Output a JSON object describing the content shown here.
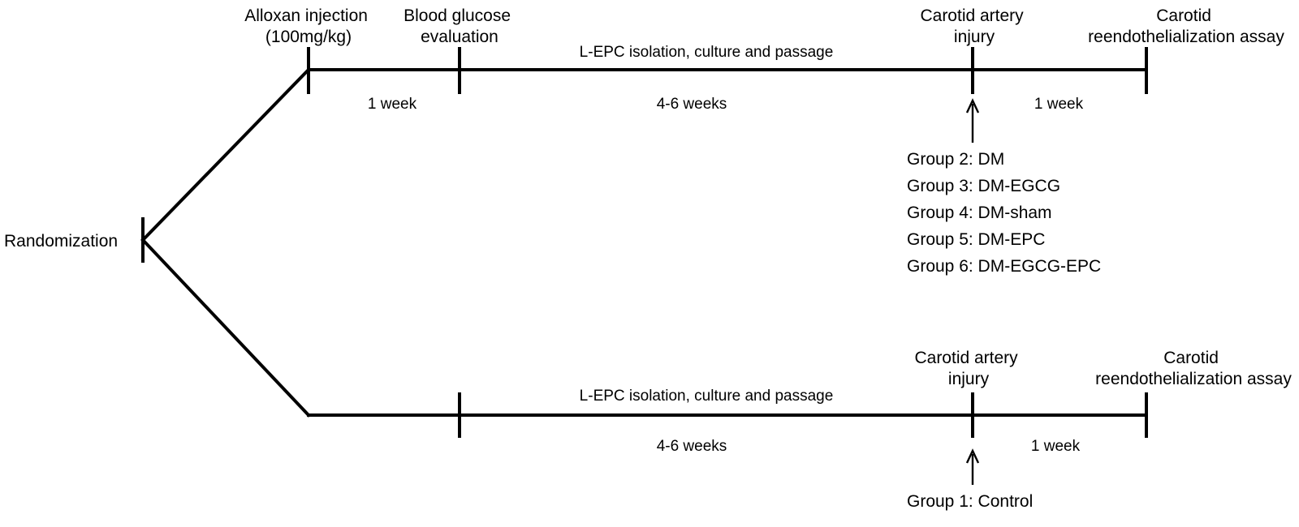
{
  "randomization_label": "Randomization",
  "top_branch": {
    "events": [
      {
        "key": "alloxan",
        "lines": [
          "Alloxan injection",
          "(100mg/kg)"
        ]
      },
      {
        "key": "glucose",
        "lines": [
          "Blood glucose",
          "evaluation"
        ]
      },
      {
        "key": "injury",
        "lines": [
          "Carotid artery",
          "injury"
        ]
      },
      {
        "key": "assay",
        "lines": [
          "Carotid",
          "reendothelialization assay"
        ]
      }
    ],
    "process_label": "L-EPC isolation, culture and passage",
    "durations": [
      "1 week",
      "4-6 weeks",
      "1 week"
    ],
    "groups": [
      "Group 2: DM",
      "Group 3: DM-EGCG",
      "Group 4: DM-sham",
      "Group 5: DM-EPC",
      "Group 6: DM-EGCG-EPC"
    ]
  },
  "bottom_branch": {
    "events": [
      {
        "key": "injury",
        "lines": [
          "Carotid artery",
          "injury"
        ]
      },
      {
        "key": "assay",
        "lines": [
          "Carotid",
          "reendothelialization assay"
        ]
      }
    ],
    "process_label": "L-EPC isolation, culture and passage",
    "durations": [
      "4-6 weeks",
      "1 week"
    ],
    "groups": [
      "Group 1: Control"
    ]
  }
}
